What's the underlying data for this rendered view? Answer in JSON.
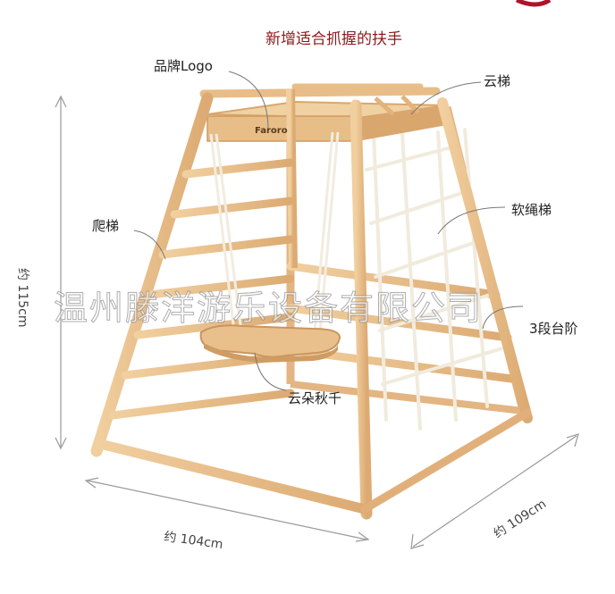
{
  "headline": "新增适合抓握的扶手",
  "labels": {
    "brand_logo": "品牌Logo",
    "monkey_bars": "云梯",
    "rope_ladder": "软绳梯",
    "climbing_ladder": "爬梯",
    "steps": "3段台阶",
    "cloud_swing": "云朵秋千"
  },
  "dimensions": {
    "height": "约 115cm",
    "width": "约 104cm",
    "depth": "约 109cm"
  },
  "brand_text": "Faroro",
  "watermark": "温州滕洋游乐设备有限公司",
  "colors": {
    "wood": "#e9c18f",
    "wood_dark": "#c99660",
    "rope": "#f3ede0",
    "title": "#8b1a1a"
  }
}
